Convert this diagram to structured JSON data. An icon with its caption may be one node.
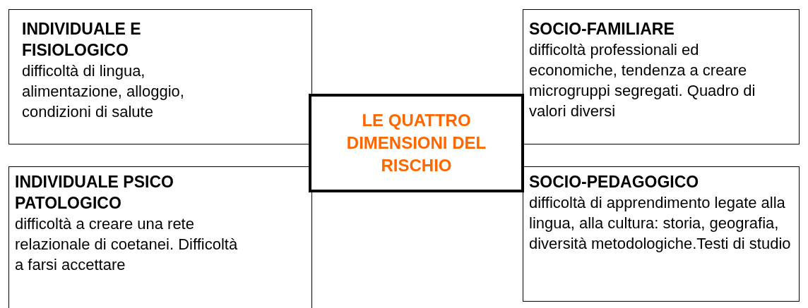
{
  "diagram": {
    "nodes": [
      {
        "text": [
          "INDIVIDUALE E FISIOLOGICO",
          "difficoltà di lingua, alimentazione, alloggio, condizioni di salute"
        ]
      },
      {
        "text": [
          "SOCIO-FAMILIARE",
          "difficoltà professionali ed economiche, tendenza a creare microgruppi segregati. Quadro di valori diversi"
        ]
      },
      {
        "text": [
          "LE QUATTRO DIMENSIONI DEL RISCHIO"
        ]
      },
      {
        "text": [
          "INDIVIDUALE PSICO PATOLOGICO",
          "difficoltà a creare una rete relazionale di coetanei. Difficoltà a farsi accettare"
        ]
      },
      {
        "text": [
          "SOCIO-PEDAGOGICO",
          "difficoltà di apprendimento legate alla lingua, alla cultura: storia, geografia, diversità metodologiche.Testi di studio"
        ]
      }
    ]
  }
}
